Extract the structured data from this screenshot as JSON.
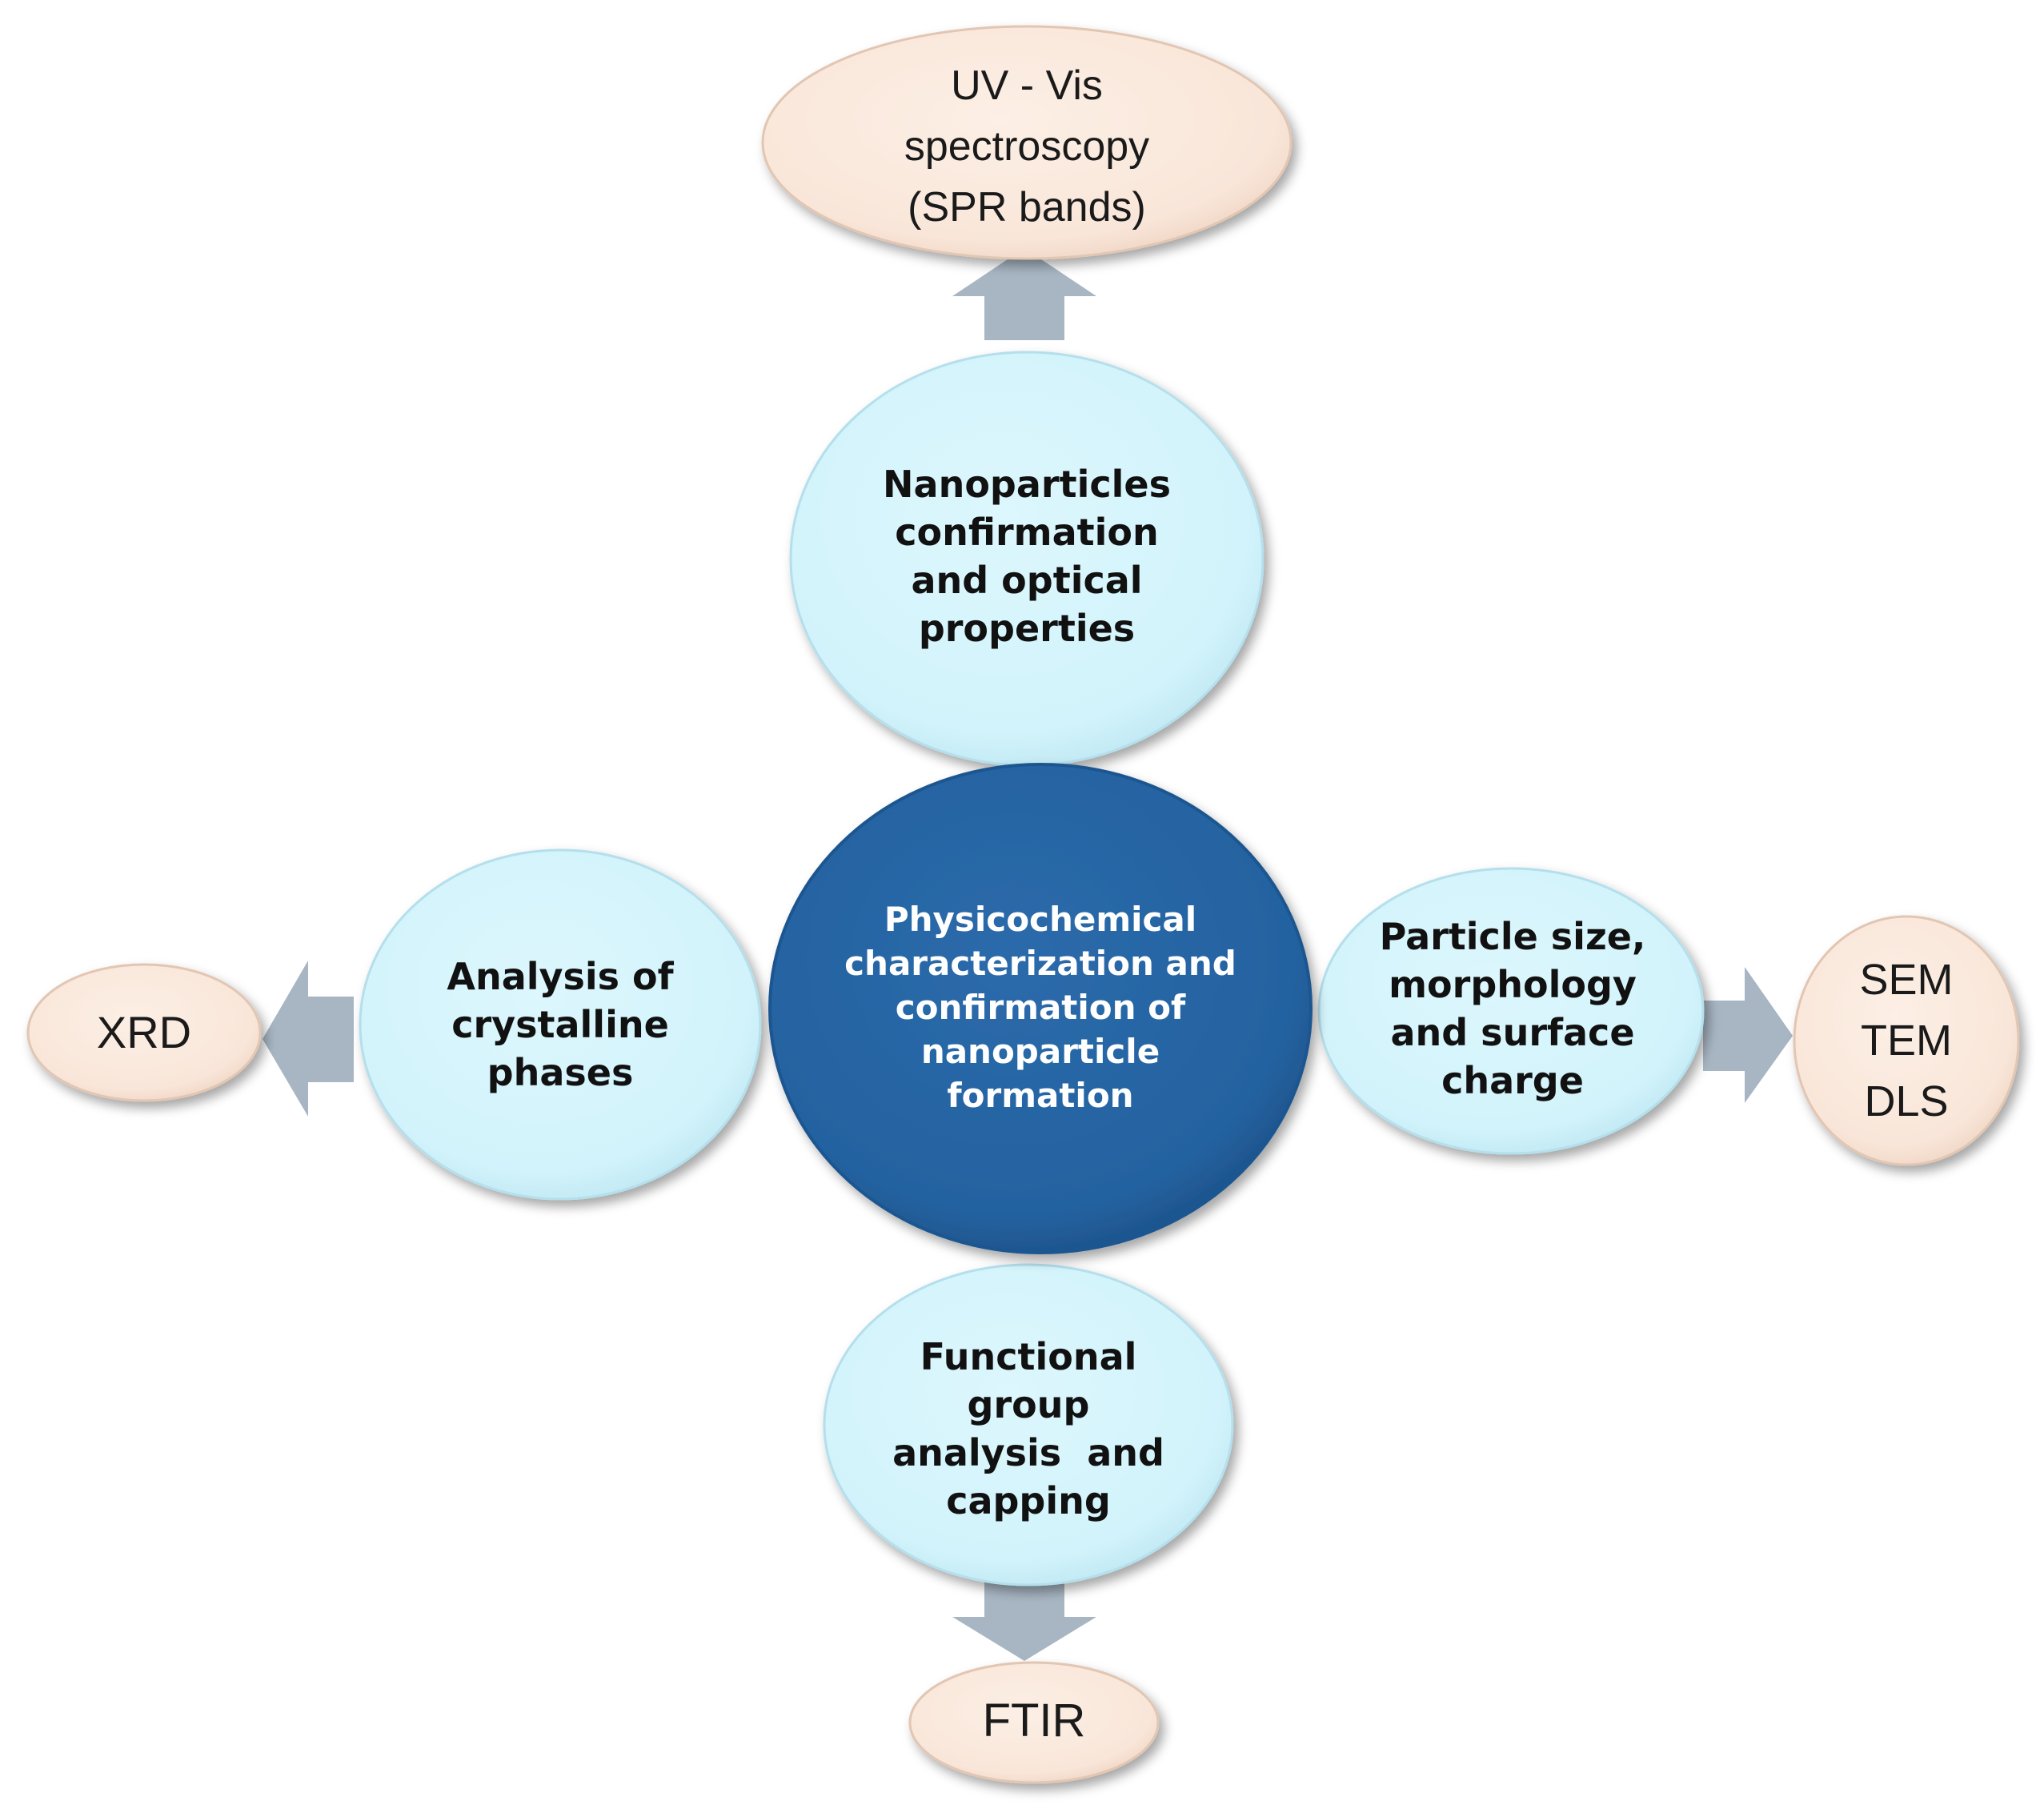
{
  "center": {
    "lines": [
      "Physicochemical",
      "characterization and",
      "confirmation of",
      "nanoparticle",
      "formation"
    ]
  },
  "branches": {
    "top": {
      "property_lines": [
        "Nanoparticles",
        "confirmation",
        "and optical",
        "properties"
      ],
      "technique_lines": [
        "UV - Vis",
        "spectroscopy",
        "(SPR bands)"
      ]
    },
    "left": {
      "property_lines": [
        "Analysis of",
        "crystalline",
        "phases"
      ],
      "technique_lines": [
        "XRD"
      ]
    },
    "right": {
      "property_lines": [
        "Particle size,",
        "morphology",
        "and surface",
        "charge"
      ],
      "technique_lines": [
        "SEM",
        "TEM",
        "DLS"
      ]
    },
    "bottom": {
      "property_lines": [
        "Functional",
        "group",
        "analysis  and",
        "capping"
      ],
      "technique_lines": [
        "FTIR"
      ]
    }
  },
  "colors": {
    "center_fill": "#2462a0",
    "property_fill": "#d3f4fc",
    "technique_fill": "#fae8dc",
    "arrow": "#a8b6c3"
  }
}
